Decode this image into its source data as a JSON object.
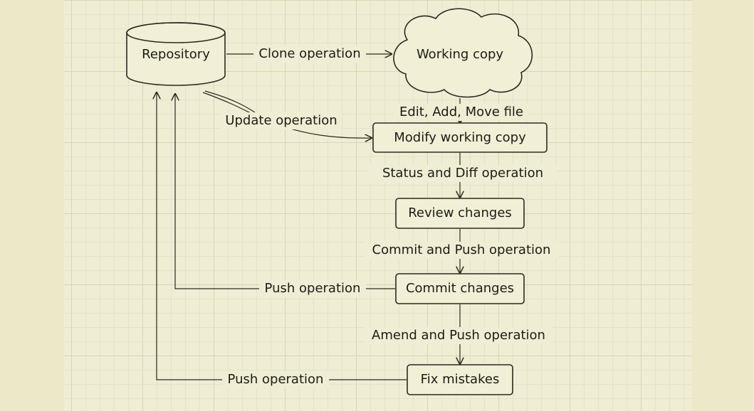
{
  "nodes": {
    "repository": "Repository",
    "working_copy": "Working copy",
    "modify": "Modify working copy",
    "review": "Review changes",
    "commit": "Commit changes",
    "fix": "Fix mistakes"
  },
  "edges": {
    "clone": "Clone operation",
    "update": "Update operation",
    "edit": "Edit, Add, Move file",
    "status_diff": "Status and Diff operation",
    "commit_push": "Commit and Push operation",
    "push_from_commit": "Push operation",
    "amend_push": "Amend and Push operation",
    "push_from_fix": "Push operation"
  },
  "colors": {
    "background": "#ebe9c7",
    "canvas": "#efeed4",
    "ink": "#2a2a20"
  }
}
